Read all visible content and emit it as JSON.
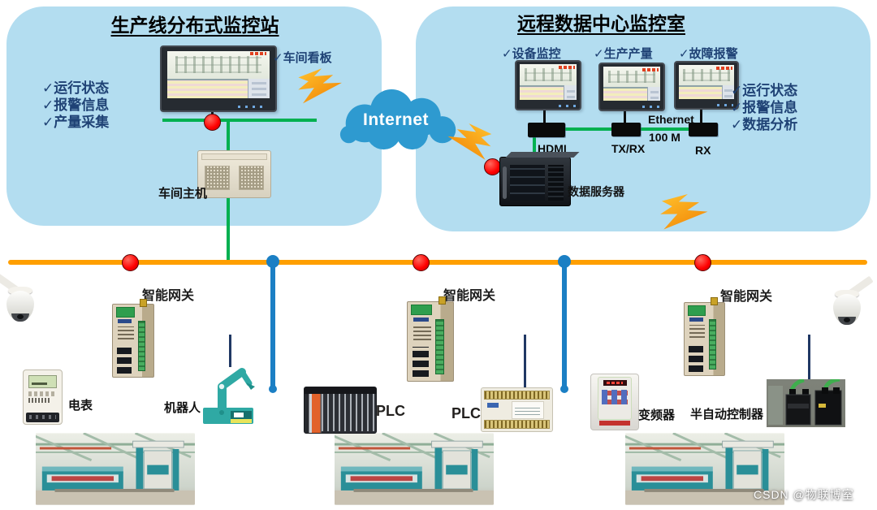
{
  "page": {
    "watermark": "CSDN @物联博室"
  },
  "internet": {
    "label": "Internet"
  },
  "left_station": {
    "title": "生产线分布式监控站",
    "checklist": [
      "✓运行状态",
      "✓报警信息",
      "✓产量采集"
    ],
    "kanban_label": "✓车间看板",
    "host_label": "车间主机"
  },
  "right_station": {
    "title": "远程数据中心监控室",
    "monitor_labels": [
      "✓设备监控",
      "✓生产产量",
      "✓故障报警"
    ],
    "checklist": [
      "✓运行状态",
      "✓报警信息",
      "✓数据分析"
    ],
    "port_labels": [
      "HDMI",
      "TX/RX",
      "RX"
    ],
    "ethernet_label": "Ethernet",
    "speed_label": "100 M",
    "server_label": "数据服务器"
  },
  "field": {
    "gateway_labels": [
      "智能网关",
      "智能网关",
      "智能网关"
    ],
    "device_labels": [
      "电表",
      "机器人",
      "PLC",
      "PLC",
      "变频器",
      "半自动控制器"
    ]
  },
  "colors": {
    "zone_fill": "#b3ddf0",
    "bus_orange": "#ff9f00",
    "ethernet_green": "#00b050",
    "drop_blue": "#1b7fc4",
    "node_red": "#ff0000",
    "cloud_blue": "#2e9ad0",
    "check_navy": "#1f4275",
    "lightning_orange": "#f59a00"
  }
}
